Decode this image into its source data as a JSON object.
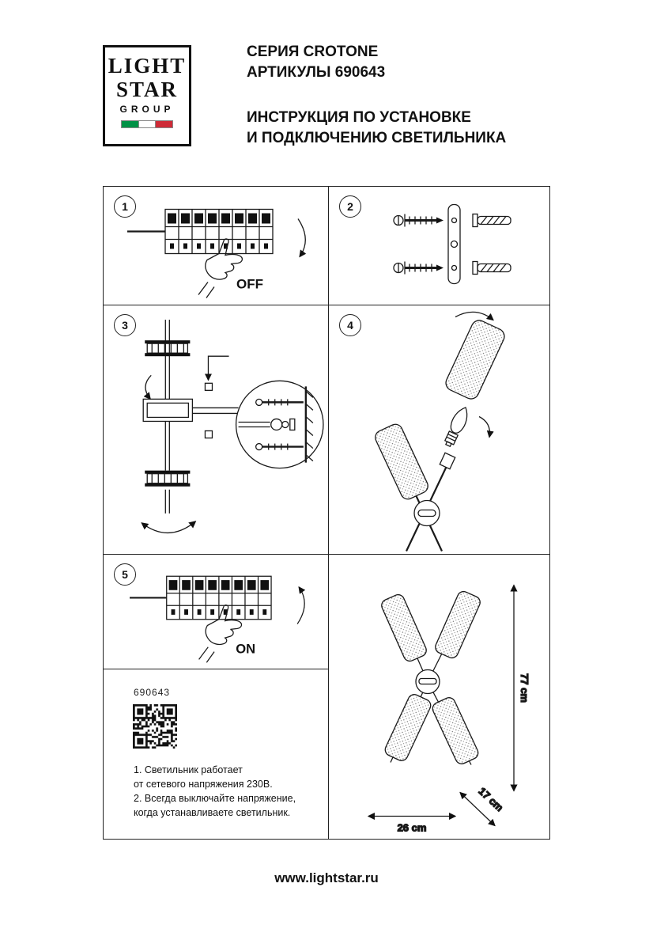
{
  "header": {
    "logo": {
      "word1": "LIGHT",
      "word2": "STAR",
      "word3": "GROUP"
    },
    "series": "СЕРИЯ CROTONE",
    "articles": "АРТИКУЛЫ 690643",
    "title1": "ИНСТРУКЦИЯ ПО УСТАНОВКЕ",
    "title2": "И ПОДКЛЮЧЕНИЮ СВЕТИЛЬНИКА"
  },
  "steps": {
    "s1": {
      "num": "1",
      "label": "OFF"
    },
    "s2": {
      "num": "2"
    },
    "s3": {
      "num": "3"
    },
    "s4": {
      "num": "4"
    },
    "s5": {
      "num": "5",
      "label": "ON"
    }
  },
  "info": {
    "article": "690643",
    "notes": [
      "1. Светильник работает",
      "от сетевого напряжения 230В.",
      "2. Всегда выключайте напряжение,",
      "когда устанавливаете светильник."
    ]
  },
  "dimensions": {
    "height": "77 cm",
    "depth": "17 cm",
    "width": "26 cm"
  },
  "footer": {
    "url": "www.lightstar.ru"
  },
  "colors": {
    "flag_green": "#009246",
    "flag_white": "#ffffff",
    "flag_red": "#ce2b37",
    "ink": "#111111"
  }
}
